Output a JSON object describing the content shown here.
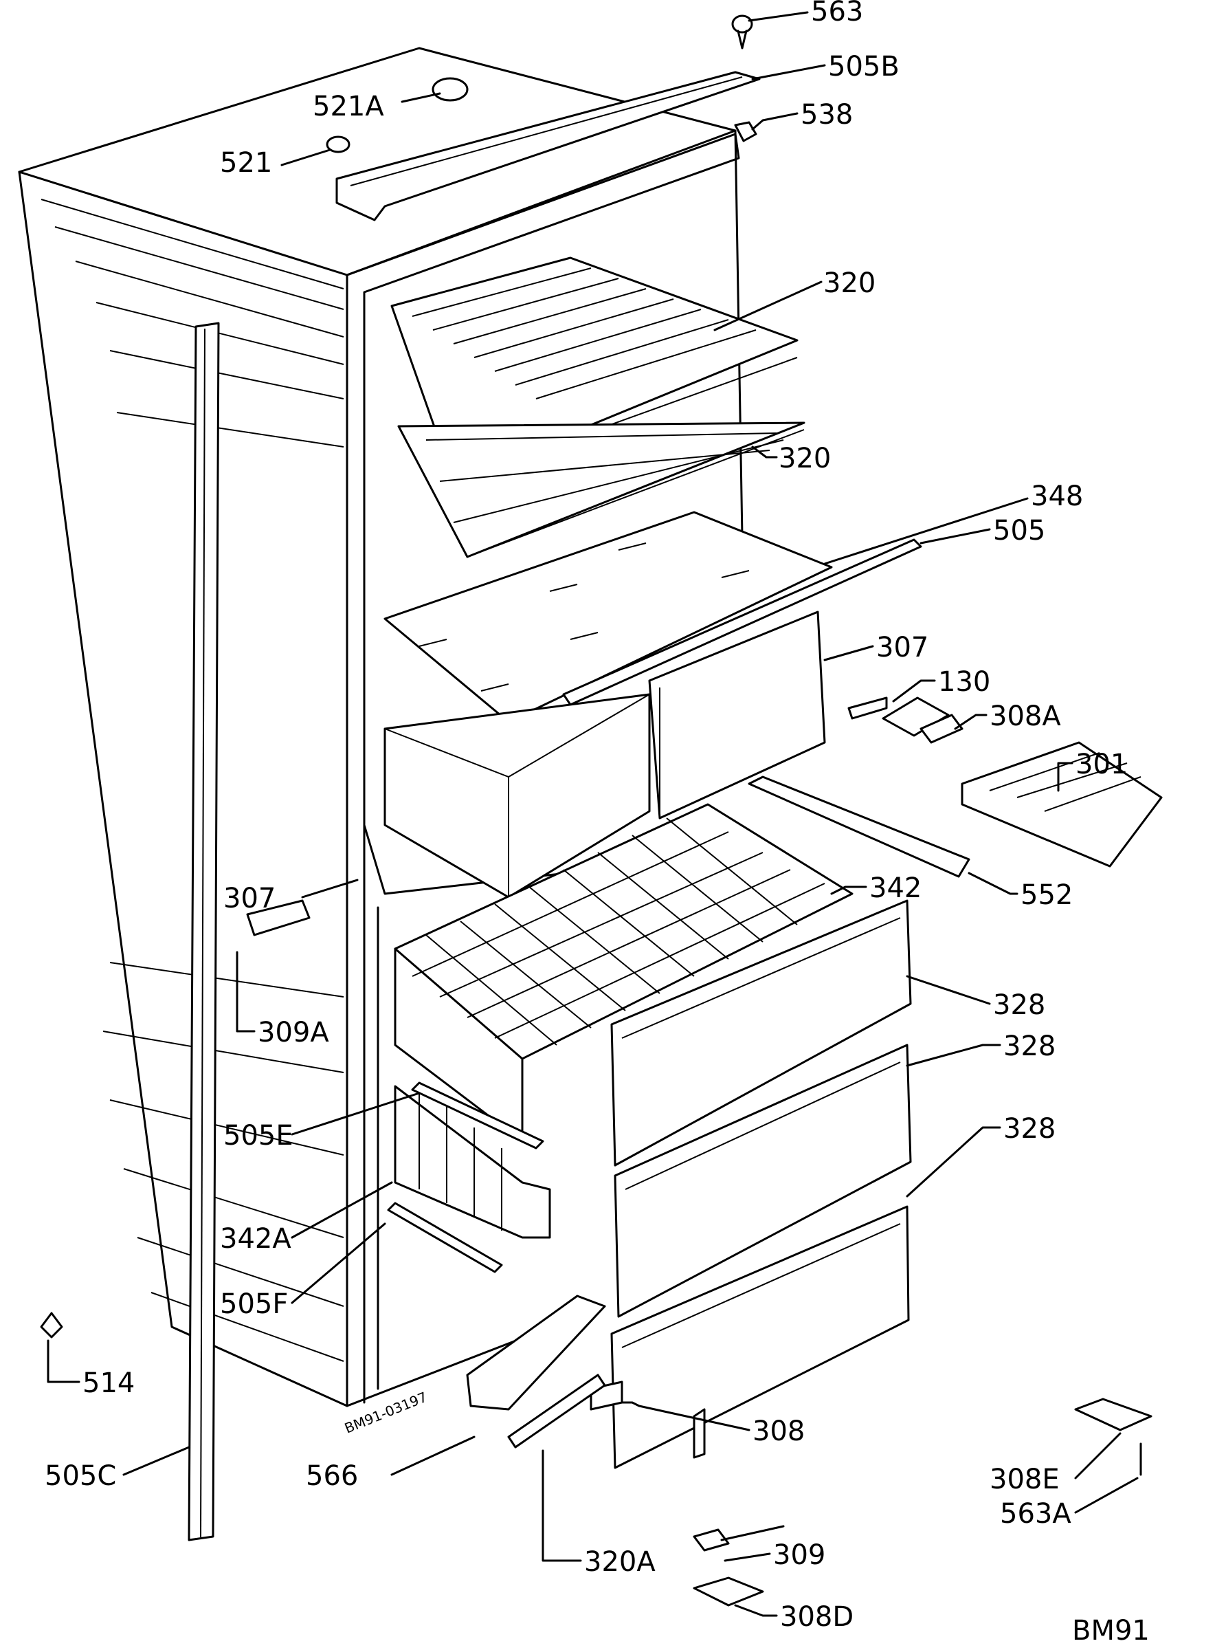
{
  "diagram": {
    "labels": {
      "p563": "563",
      "p505b": "505B",
      "p538": "538",
      "p521a": "521A",
      "p521": "521",
      "p320_top": "320",
      "p320_bottom": "320",
      "p348": "348",
      "p505": "505",
      "p307_right": "307",
      "p130": "130",
      "p308a": "308A",
      "p301": "301",
      "p307_left": "307",
      "p342": "342",
      "p552": "552",
      "p309a": "309A",
      "p328_1": "328",
      "p328_2": "328",
      "p328_3": "328",
      "p505e": "505E",
      "p342a": "342A",
      "p505f": "505F",
      "p514": "514",
      "p505c": "505C",
      "p566": "566",
      "p308e": "308E",
      "p563a": "563A",
      "p308": "308",
      "p309": "309",
      "p320a": "320A",
      "p308d": "308D"
    },
    "drawing_code": "BM91-03197",
    "figure_id": "BM91"
  }
}
